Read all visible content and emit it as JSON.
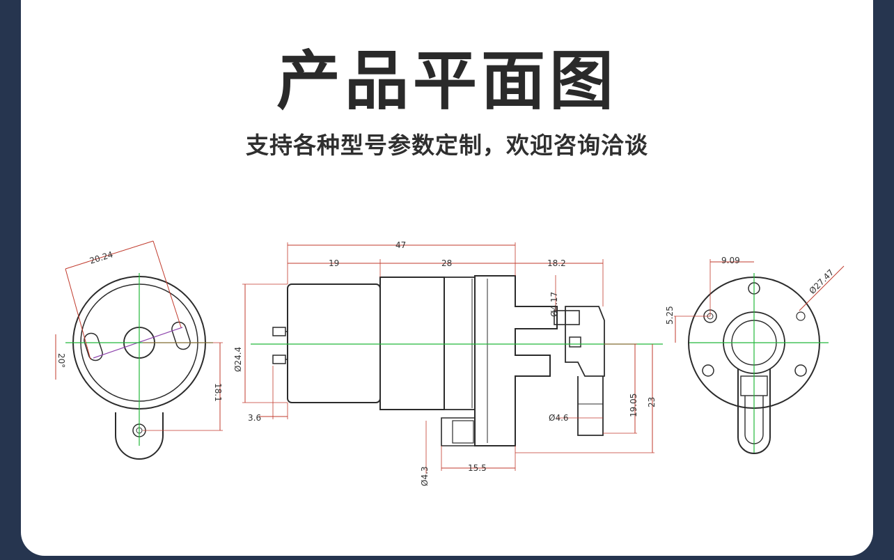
{
  "header": {
    "title": "产品平面图",
    "subtitle": "支持各种型号参数定制，欢迎咨询洽谈"
  },
  "colors": {
    "background": "#26354f",
    "card": "#ffffff",
    "outline": "#2b2b2b",
    "dimension": "#c0392b",
    "centerline": "#22b83a",
    "slot_axis": "#8e44ad"
  },
  "drawing": {
    "left_view": {
      "dims": {
        "d1": "20.24",
        "d2": "20°",
        "d3": "18.1"
      }
    },
    "side_view": {
      "dims": {
        "total_length": "47",
        "motor_length": "19",
        "gear_length": "28",
        "outlet_length": "18.2",
        "motor_dia": "Ø24.4",
        "terminal": "3.6",
        "inlet_dia": "Ø4.17",
        "outlet_dia": "Ø4.6",
        "mount_height": "19.05",
        "total_height": "23",
        "hole_dia": "Ø4.3",
        "mount_width": "15.5"
      }
    },
    "right_view": {
      "dims": {
        "offset_x": "9.09",
        "offset_y": "5.25",
        "pcd": "Ø27.47"
      }
    }
  }
}
